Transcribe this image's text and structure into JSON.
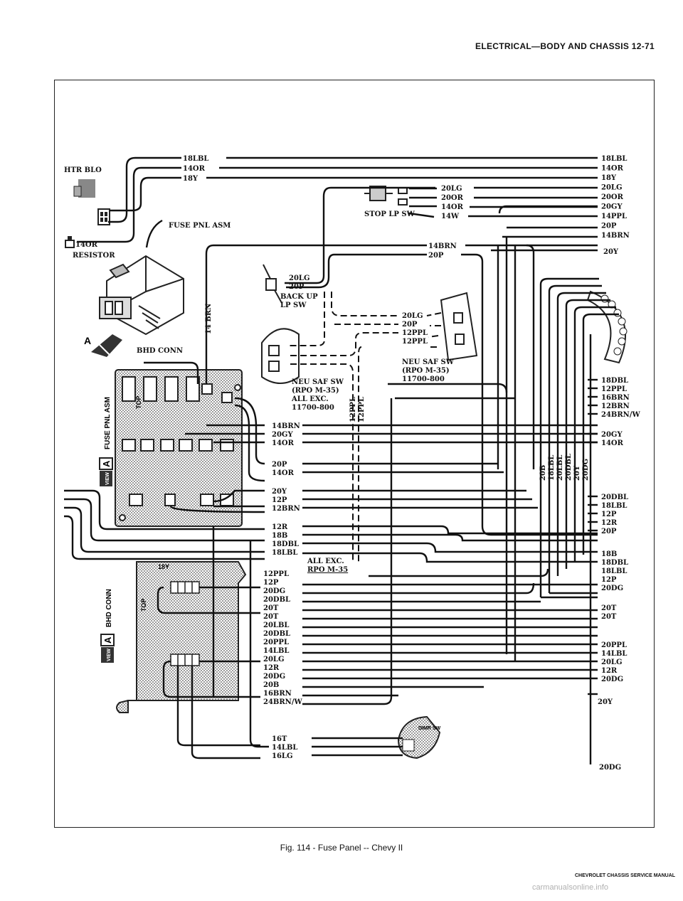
{
  "header": "ELECTRICAL—BODY AND CHASSIS 12-71",
  "caption": "Fig. 114 - Fuse Panel -- Chevy II",
  "footer": "CHEVROLET CHASSIS SERVICE MANUAL",
  "watermark": "carmanualsonline.info",
  "components": {
    "htr_blo": "HTR BLO",
    "resistor": "RESISTOR",
    "resistor_wire": "14OR",
    "fuse_pnl_asm": "FUSE PNL ASM",
    "bhd_conn": "BHD CONN",
    "view_a_letter": "A",
    "stop_lp_sw": "STOP LP SW",
    "back_up_sw_1": "BACK UP",
    "back_up_sw_2": "LP SW",
    "neu_saf_sw_left": [
      "NEU SAF SW",
      "(RPO M-35)",
      "ALL EXC.",
      "11700-800"
    ],
    "neu_saf_sw_right": [
      "NEU SAF SW",
      "(RPO M-35)",
      "11700-800"
    ],
    "all_exc": [
      "ALL EXC.",
      "RPO M-35"
    ],
    "view_fuse": [
      "VIEW",
      "A",
      "FUSE PNL ASM",
      "TOP"
    ],
    "view_bhd": [
      "VIEW",
      "A",
      "BHD CONN",
      "TOP"
    ],
    "brn_vertical": "14 BRN",
    "dimmer": "DIMR SW",
    "bhd_18y": "18Y"
  },
  "top_wires": [
    "18LBL",
    "14OR",
    "18Y"
  ],
  "stop_wires": [
    "20LG",
    "20OR",
    "14OR",
    "14W"
  ],
  "mid_wires": [
    "14BRN",
    "20P"
  ],
  "backup_wires": [
    "20LG",
    "20P"
  ],
  "saf_wires": [
    "20LG",
    "20P",
    "12PPL",
    "12PPL"
  ],
  "vertical_ppl": [
    "12PPL",
    "12PPL"
  ],
  "fuse_left_wires_1": [
    "14BRN",
    "20GY",
    "14OR"
  ],
  "fuse_left_wires_2": [
    "20P",
    "14OR"
  ],
  "fuse_left_wires_3": [
    "20Y",
    "12P",
    "12BRN"
  ],
  "fuse_left_wires_4": [
    "12R",
    "18B",
    "18DBL",
    "18LBL"
  ],
  "bhd_left_wires": [
    "12PPL",
    "12P",
    "20DG",
    "20DBL",
    "20T",
    "20T",
    "20LBL",
    "20DBL",
    "20PPL",
    "14LBL",
    "20LG",
    "12R",
    "20DG",
    "20B",
    "16BRN",
    "24BRN/W"
  ],
  "dimr_wires": [
    "16T",
    "14LBL",
    "16LG"
  ],
  "right_wires_1": [
    "18LBL",
    "14OR",
    "18Y",
    "20LG",
    "20OR",
    "20GY",
    "14PPL",
    "20P",
    "14BRN"
  ],
  "right_20y": "20Y",
  "right_wires_2": [
    "18DBL",
    "12PPL",
    "16BRN",
    "12BRN",
    "24BRN/W"
  ],
  "right_wires_3": [
    "20GY",
    "14OR"
  ],
  "vertical_labels": [
    "20B",
    "18LBL",
    "20LBL",
    "20DBL",
    "20Y",
    "20DG"
  ],
  "right_wires_4": [
    "20DBL",
    "18LBL",
    "12P",
    "12R",
    "20P"
  ],
  "right_wires_5": [
    "18B",
    "18DBL",
    "18LBL",
    "12P",
    "20DG"
  ],
  "right_wires_6": [
    "20T",
    "20T"
  ],
  "right_wires_7": [
    "20PPL",
    "14LBL",
    "20LG",
    "12R",
    "20DG"
  ],
  "right_20y_b": "20Y",
  "right_20dg": "20DG"
}
